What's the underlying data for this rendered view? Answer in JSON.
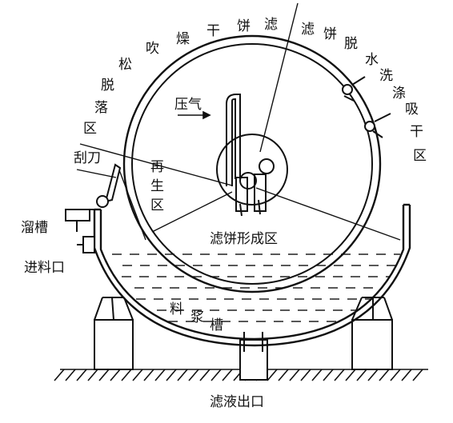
{
  "labels": {
    "arc_left": [
      "滤",
      "饼",
      "干",
      "燥",
      "吹",
      "松",
      "脱",
      "落",
      "区"
    ],
    "arc_right": [
      "滤",
      "饼",
      "脱",
      "水",
      "洗",
      "涤",
      "吸",
      "干",
      "区"
    ],
    "compressed_air": "压气",
    "scraper": "刮刀",
    "regen": [
      "再",
      "生",
      "区"
    ],
    "overflow_trough": "溜槽",
    "feed_inlet": "进料口",
    "cake_forming_zone": "滤饼形成区",
    "slurry_tank": [
      "料",
      "浆",
      "槽"
    ],
    "filtrate_outlet": "滤液出口"
  }
}
